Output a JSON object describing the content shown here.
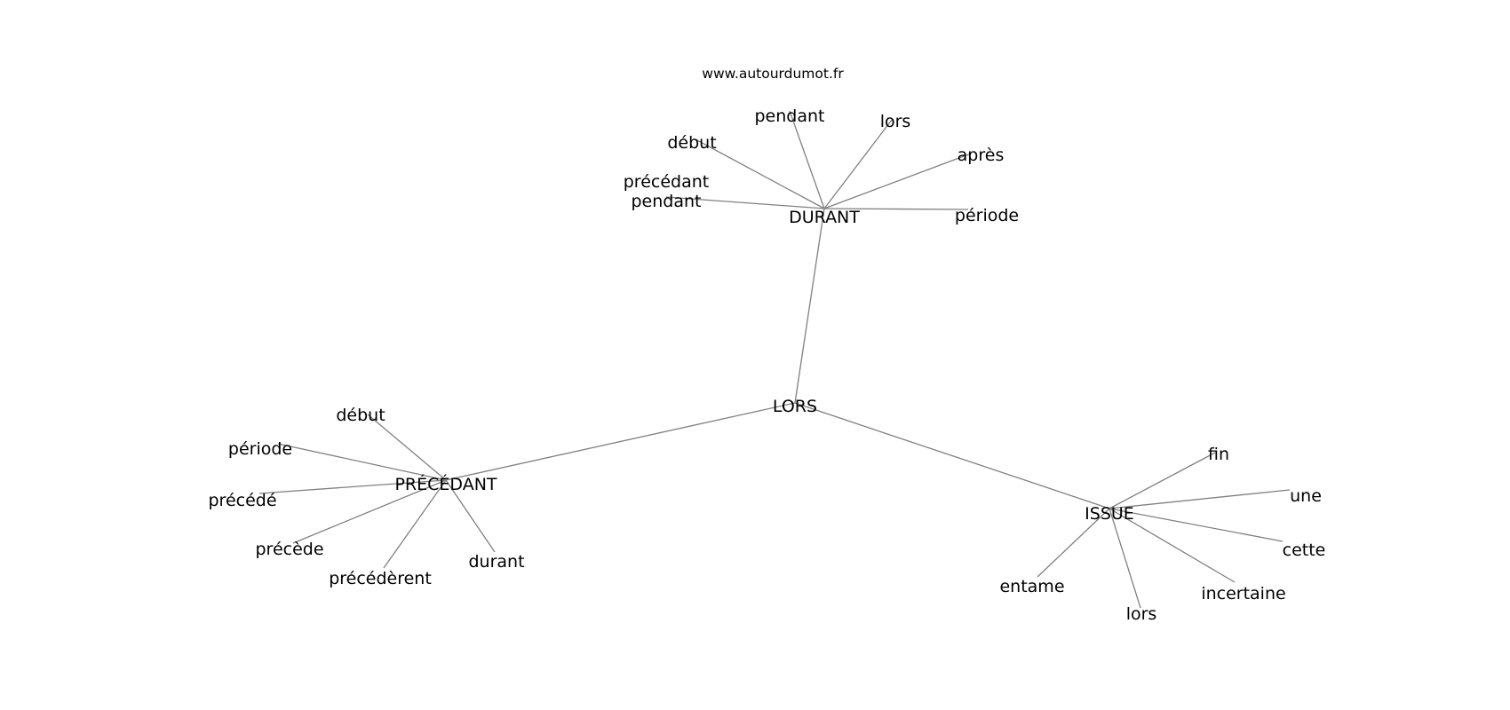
{
  "watermark": "www.autourdumot.fr",
  "graph": {
    "center": {
      "id": "lors",
      "label": "LORS"
    },
    "hubs": [
      {
        "id": "durant",
        "label": "DURANT",
        "neighbors": [
          "pendant",
          "lors",
          "début",
          "après",
          "précédant pendant",
          "période"
        ]
      },
      {
        "id": "precedant",
        "label": "PRÉCÉDANT",
        "neighbors": [
          "début",
          "période",
          "précédé",
          "précède",
          "précédèrent",
          "durant"
        ]
      },
      {
        "id": "issue",
        "label": "ISSUE",
        "neighbors": [
          "fin",
          "une",
          "cette",
          "incertaine",
          "entame",
          "lors"
        ]
      }
    ]
  }
}
